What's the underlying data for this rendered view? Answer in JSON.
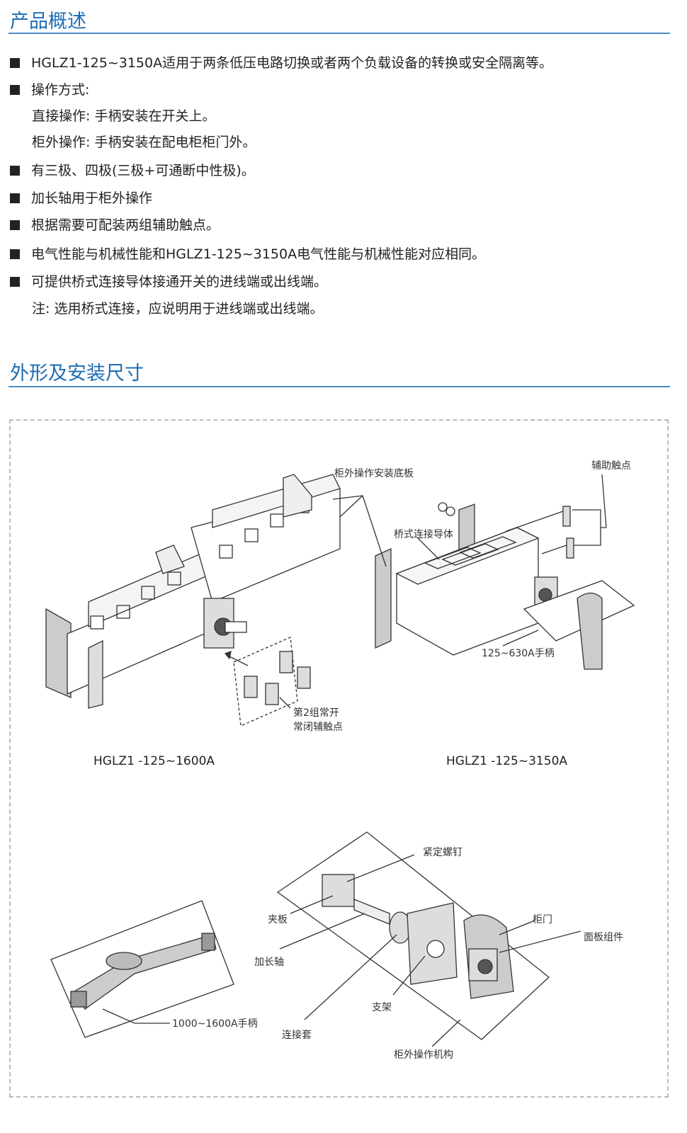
{
  "section1": {
    "title": "产品概述",
    "lines": [
      {
        "bullet": true,
        "text": "HGLZ1-125~3150A适用于两条低压电路切换或者两个负载设备的转换或安全隔离等。"
      },
      {
        "bullet": true,
        "text": "操作方式:"
      },
      {
        "bullet": false,
        "text": "直接操作:  手柄安装在开关上。"
      },
      {
        "bullet": false,
        "text": "柜外操作:  手柄安装在配电柜柜门外。"
      },
      {
        "bullet": true,
        "text": "有三极、四极(三极+可通断中性极)。"
      },
      {
        "bullet": true,
        "text": "加长轴用于柜外操作"
      },
      {
        "bullet": true,
        "text": "根据需要可配装两组辅助触点。"
      },
      {
        "bullet": true,
        "text": "电气性能与机械性能和HGLZ1-125~3150A电气性能与机械性能对应相同。"
      },
      {
        "bullet": true,
        "text": "可提供桥式连接导体接通开关的进线端或出线端。"
      },
      {
        "bullet": false,
        "text": "注:  选用桥式连接，应说明用于进线端或出线端。"
      }
    ]
  },
  "section2": {
    "title": "外形及安装尺寸"
  },
  "figure": {
    "labels": {
      "mount_plate": "柜外操作安装底板",
      "aux_contact": "辅助触点",
      "bridge": "桥式连接导体",
      "handle_630": "125~630A手柄",
      "aux2_line1": "第2组常开",
      "aux2_line2": "常闭辅触点",
      "model_1600": "HGLZ1  -125~1600A",
      "model_3150": "HGLZ1  -125~3150A",
      "set_screw": "紧定螺钉",
      "clamp": "夹板",
      "door": "柜门",
      "panel": "面板组件",
      "ext_shaft": "加长轴",
      "bracket": "支架",
      "handle_1600": "1000~1600A手柄",
      "coupling": "连接套",
      "mechanism": "柜外操作机构"
    }
  }
}
